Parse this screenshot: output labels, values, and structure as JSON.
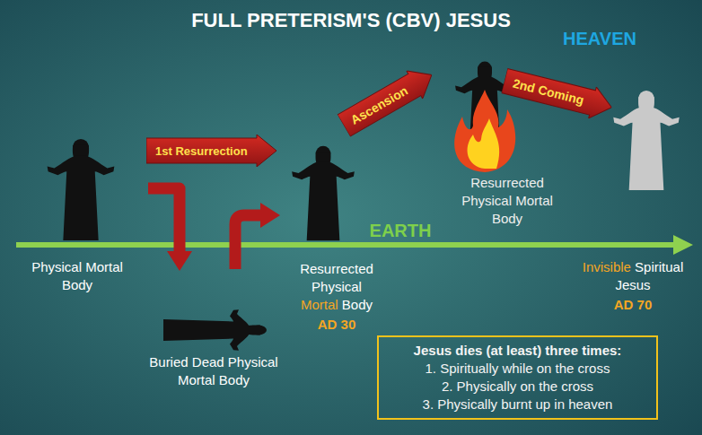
{
  "diagram": {
    "title": "FULL PRETERISM'S (CBV) JESUS",
    "nodes": [
      {
        "text": [
          "1st Resurrection"
        ]
      },
      {
        "text": [
          "Ascension"
        ]
      },
      {
        "text": [
          "2nd Coming"
        ]
      },
      {
        "text": [
          "Jesus dies (at least) three times:",
          "1. Spiritually while on the cross",
          "2. Physically on the cross",
          "3. Physically burnt up in heaven"
        ]
      }
    ],
    "labels": [
      "HEAVEN",
      "EARTH",
      "Physical Mortal Body",
      "Buried Dead Physical Mortal Body",
      "Resurrected Physical Mortal Body",
      "AD 30",
      "Resurrected Physical Mortal Body",
      "Invisible Spiritual Jesus",
      "AD 70"
    ]
  }
}
